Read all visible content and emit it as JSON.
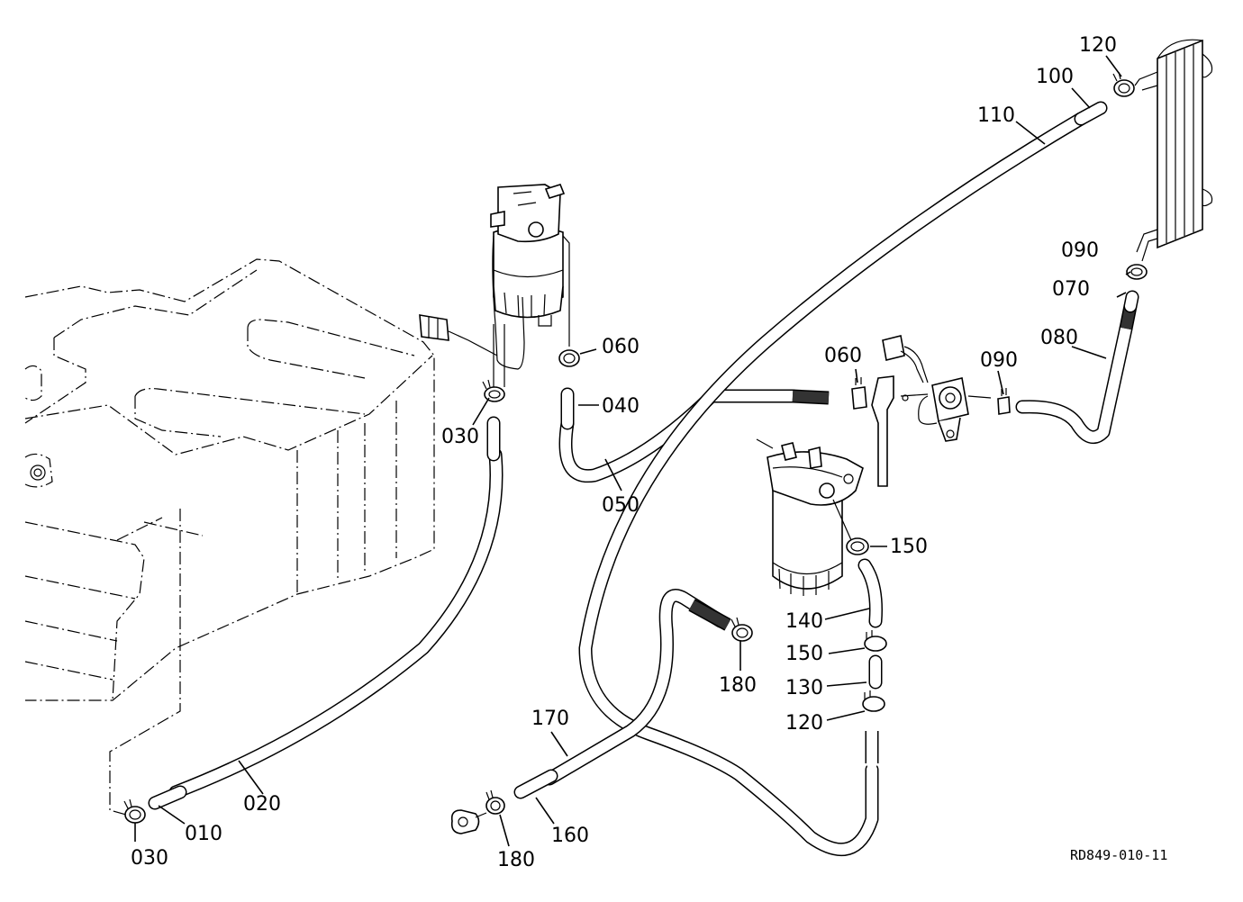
{
  "labels": {
    "p010": "010",
    "p020": "020",
    "p030a": "030",
    "p030b": "030",
    "p040": "040",
    "p050": "050",
    "p060a": "060",
    "p060b": "060",
    "p070": "070",
    "p080": "080",
    "p090a": "090",
    "p090b": "090",
    "p100": "100",
    "p110": "110",
    "p120a": "120",
    "p120b": "120",
    "p130": "130",
    "p140": "140",
    "p150a": "150",
    "p150b": "150",
    "p160": "160",
    "p170": "170",
    "p180a": "180",
    "p180b": "180"
  },
  "reference": "RD849-010-11"
}
